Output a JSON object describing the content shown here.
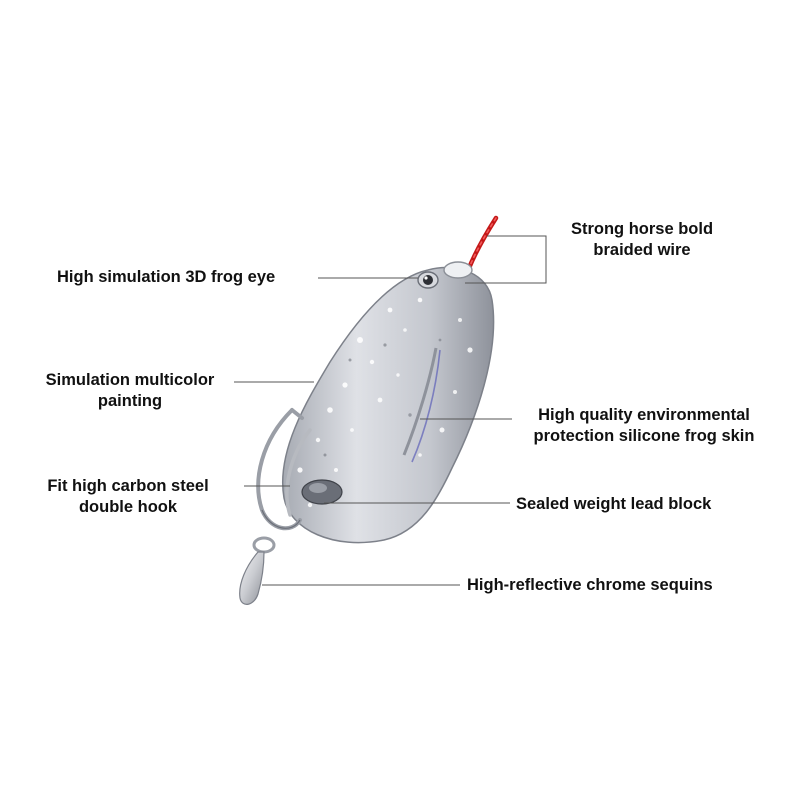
{
  "image": {
    "background_color": "#ffffff",
    "subject": "silicone frog fishing lure"
  },
  "callouts": {
    "braided_wire": {
      "line1": "Strong horse bold",
      "line2": "braided wire"
    },
    "frog_eye": {
      "text": "High simulation 3D frog eye"
    },
    "painting": {
      "line1": "Simulation multicolor",
      "line2": "painting"
    },
    "frog_skin": {
      "line1": "High quality environmental",
      "line2": "protection silicone frog skin"
    },
    "double_hook": {
      "line1": "Fit high carbon steel",
      "line2": "double hook"
    },
    "lead_block": {
      "text": "Sealed weight lead block"
    },
    "sequins": {
      "text": "High-reflective chrome sequins"
    }
  },
  "colors": {
    "text": "#111111",
    "leader_line": "#555555",
    "braided_wire": "#d42020",
    "body": "#c9ccd3",
    "body_shadow": "#8f939c",
    "hook_metal": "#9a9ea6"
  }
}
